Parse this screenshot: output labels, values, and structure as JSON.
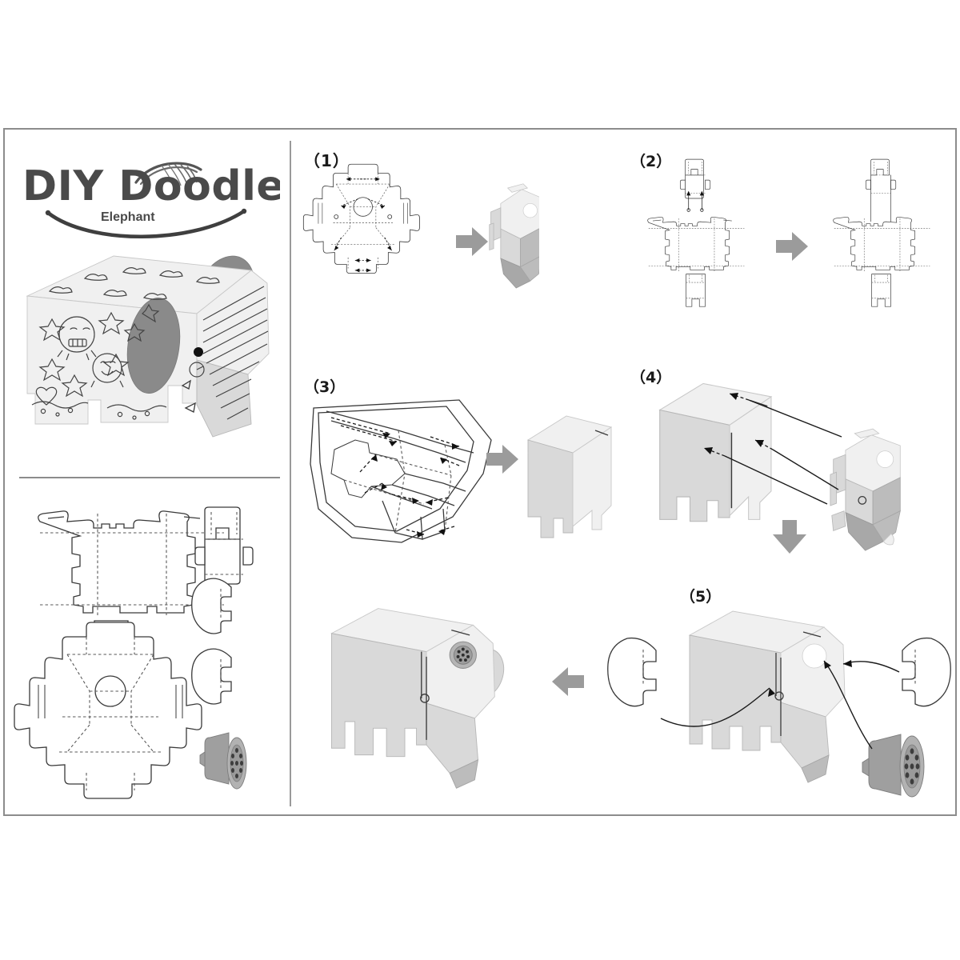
{
  "document": {
    "kind": "paper-craft assembly instruction sheet",
    "brand_title": "DIY Doodle",
    "brand_subtitle": "Elephant",
    "frame_color": "#8c8c8c",
    "arrow_color": "#9b9b9b",
    "ink_color": "#3a3a3a"
  },
  "left_panel": {
    "brand": {
      "title": "DIY Doodle",
      "subtitle": "Elephant",
      "swoosh_icon": "feather-swoosh-icon",
      "smile_icon": "smile-curve-icon"
    },
    "product_photo": {
      "caption": "assembled decorated paper elephant",
      "decorations": [
        "flower-doodle",
        "character-doodle",
        "heart-doodle",
        "cloud-doodle",
        "wave-border-doodle",
        "stripe-doodle"
      ],
      "ear_color": "#8a8a8a",
      "eye_color": "#111111"
    },
    "parts_list": {
      "title": "",
      "parts": [
        {
          "name": "body-net",
          "label": ""
        },
        {
          "name": "tail-net",
          "label": ""
        },
        {
          "name": "head-net",
          "label": ""
        },
        {
          "name": "ear-left-cutout",
          "label": ""
        },
        {
          "name": "ear-right-cutout",
          "label": ""
        },
        {
          "name": "speaker-module",
          "label": ""
        }
      ]
    }
  },
  "steps": [
    {
      "id": "step1",
      "label": "（1）",
      "description": "Fold the head net along the dashed lines; arrows show fold direction.",
      "from": "head-net-flat",
      "to": "head-3d",
      "transition_icon": "right-arrow-icon"
    },
    {
      "id": "step2",
      "label": "（2）",
      "description": "Join the tail net to the body net as the up arrows indicate.",
      "from": "body-net-with-tail-separate",
      "to": "body-net-joined",
      "transition_icon": "right-arrow-icon"
    },
    {
      "id": "step3",
      "label": "（3）",
      "description": "Fold the joined body net into the box body with legs.",
      "from": "body-net-perspective",
      "to": "body-3d",
      "transition_icon": "right-arrow-icon"
    },
    {
      "id": "step4",
      "label": "（4）",
      "description": "Slide the head onto the body; three dashed arrows show the tab alignment.",
      "from": "body-3d + head-3d",
      "to": "head-attached",
      "transition_icon": "down-arrow-icon"
    },
    {
      "id": "step5",
      "label": "（5）",
      "description": "Insert the two ears into the side slots and push the speaker module into the round hole.",
      "from": "body-with-head",
      "to": "finished-elephant",
      "transition_icon": "left-arrow-icon"
    },
    {
      "id": "step6",
      "label": "",
      "description": "Finished elephant with the speaker module fitted in the eye hole.",
      "from": "",
      "to": "finished-elephant",
      "transition_icon": ""
    }
  ],
  "speaker": {
    "name": "speaker-module",
    "hole_count": 8,
    "center_hole": 1,
    "body_color": "#9f9f9f"
  }
}
